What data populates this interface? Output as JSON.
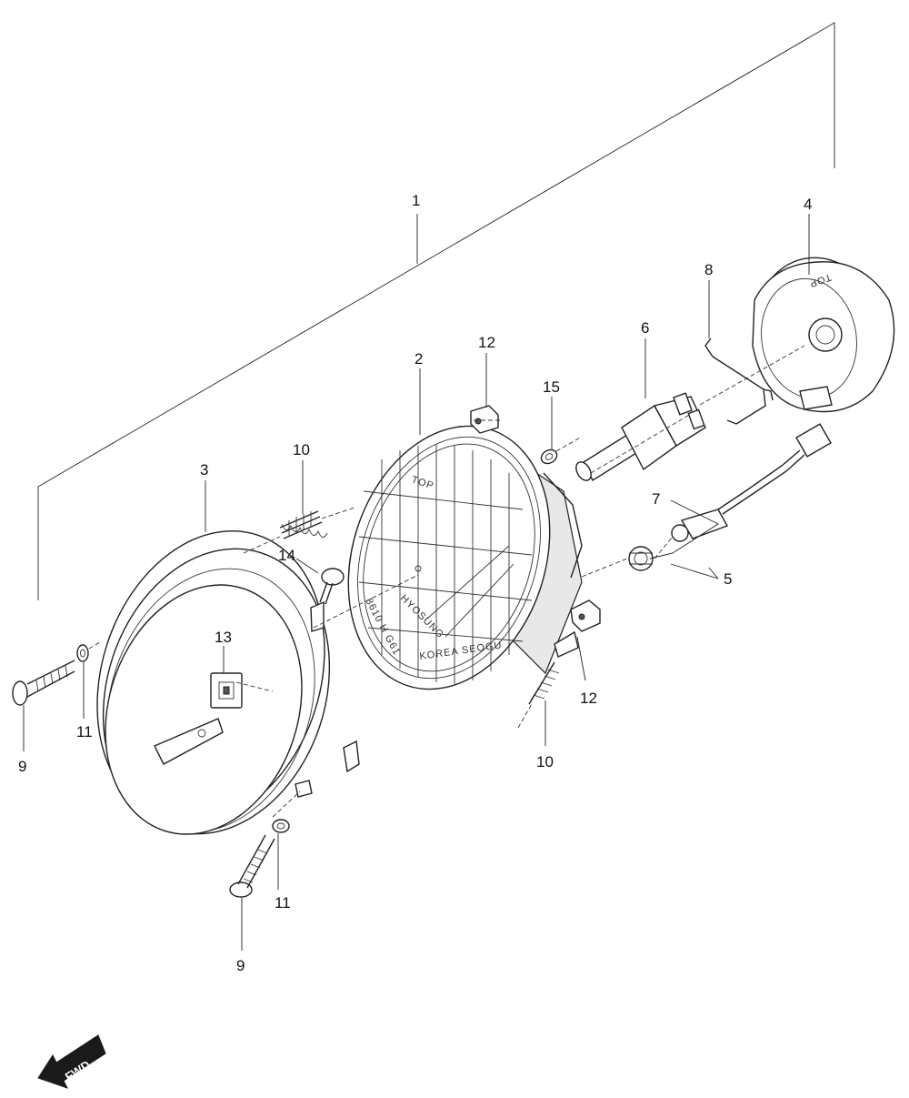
{
  "diagram": {
    "callouts": {
      "c1": "1",
      "c2": "2",
      "c3": "3",
      "c4": "4",
      "c5": "5",
      "c6": "6",
      "c7": "7",
      "c8": "8",
      "c9a": "9",
      "c9b": "9",
      "c10a": "10",
      "c10b": "10",
      "c11a": "11",
      "c11b": "11",
      "c12a": "12",
      "c12b": "12",
      "c13": "13",
      "c14": "14",
      "c15": "15"
    },
    "lens_marks": {
      "top": "TOP",
      "code": "8610 H G61",
      "maker": "HYOSUNG",
      "origin": "KOREA SEOGU"
    },
    "housing_mark": "TOP",
    "fwd_arrow": "FWD"
  }
}
